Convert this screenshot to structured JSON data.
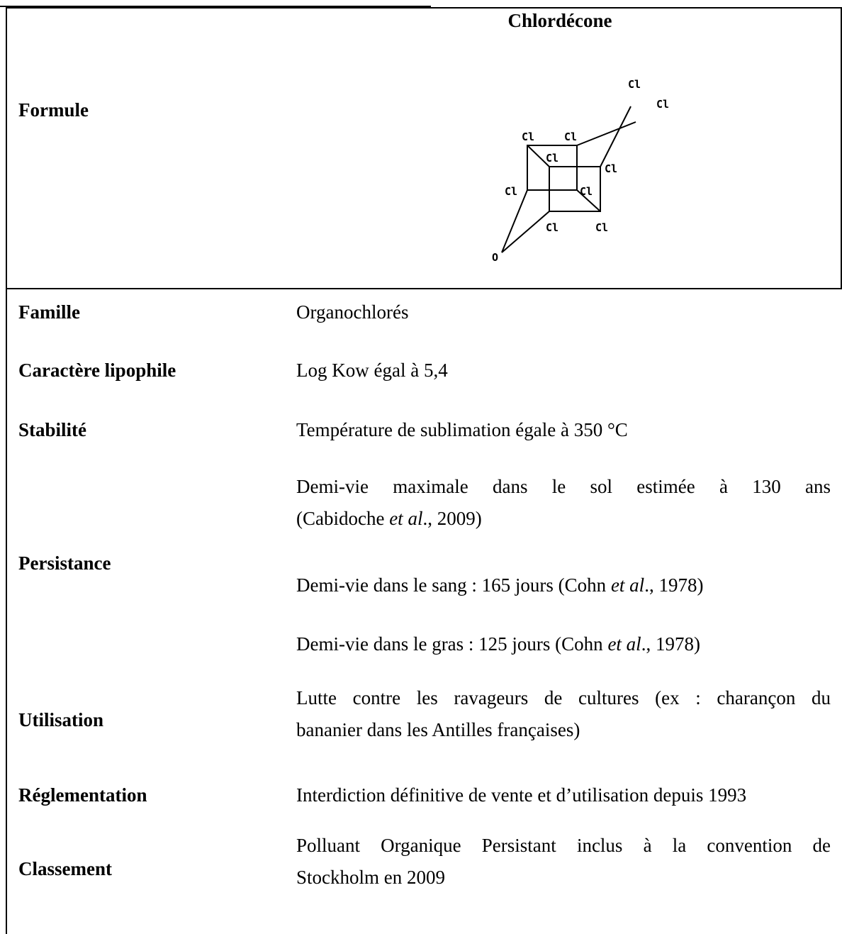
{
  "header": {
    "compound": "Chlordécone"
  },
  "formula": {
    "label": "Formule",
    "atoms": {
      "cl": "Cl",
      "o": "O"
    }
  },
  "rows": {
    "famille": {
      "label": "Famille",
      "value": "Organochlorés"
    },
    "lipophile": {
      "label": "Caractère lipophile",
      "value": "Log Kow égal à 5,4"
    },
    "stabilite": {
      "label": "Stabilité",
      "value": "Température de sublimation égale à 350 °C"
    },
    "persistance": {
      "label": "Persistance",
      "sol_line1": "Demi-vie maximale dans le sol estimée à 130 ans",
      "sol_line2_pre": "(Cabidoche ",
      "sol_line2_etal": "et al",
      "sol_line2_post": "., 2009)",
      "sang_pre": "Demi-vie dans le sang : 165 jours (Cohn ",
      "sang_etal": "et al",
      "sang_post": "., 1978)",
      "gras_pre": "Demi-vie dans le gras : 125 jours (Cohn ",
      "gras_etal": "et al",
      "gras_post": "., 1978)"
    },
    "utilisation": {
      "label": "Utilisation",
      "line1": "Lutte contre les ravageurs de cultures (ex : charançon du",
      "line2": "bananier dans les Antilles françaises)"
    },
    "reglementation": {
      "label": "Réglementation",
      "value": "Interdiction définitive de vente et d’utilisation depuis 1993"
    },
    "classement": {
      "label": "Classement",
      "line1": "Polluant Organique Persistant inclus à la convention de",
      "line2": "Stockholm en 2009"
    }
  }
}
